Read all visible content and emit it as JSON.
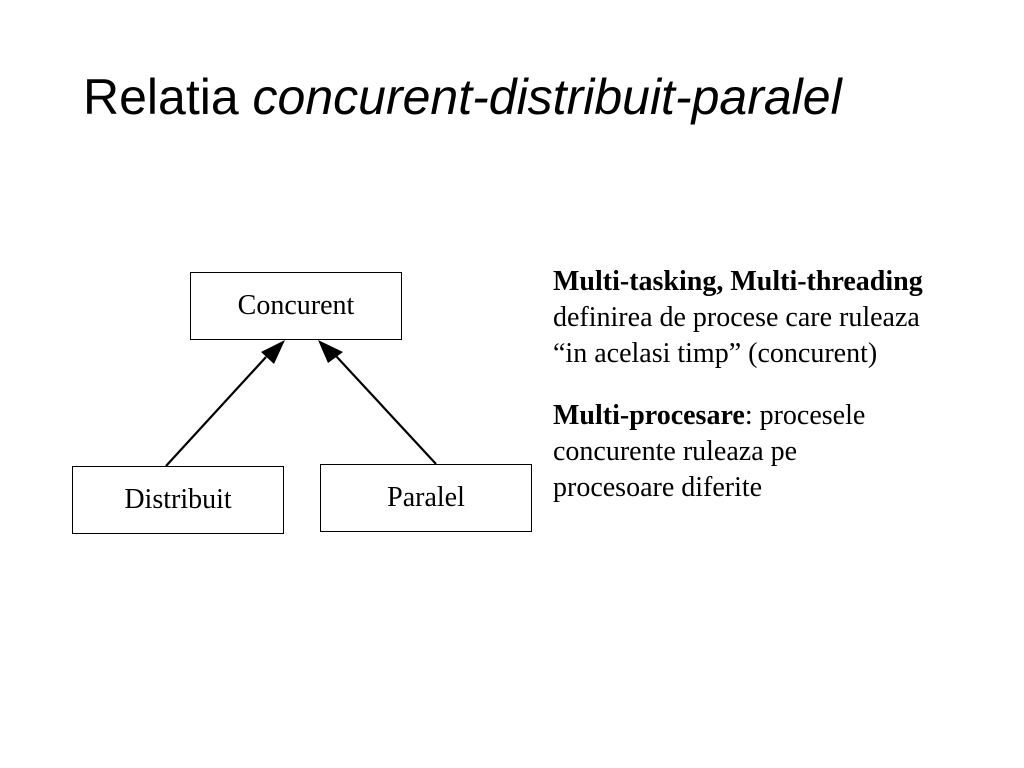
{
  "slide": {
    "title_plain": "Relatia ",
    "title_italic": "concurent-distribuit-paralel"
  },
  "diagram": {
    "nodes": {
      "concurent": "Concurent",
      "distribuit": "Distribuit",
      "paralel": "Paralel"
    },
    "edges": [
      {
        "from": "Distribuit",
        "to": "Concurent"
      },
      {
        "from": "Paralel",
        "to": "Concurent"
      }
    ]
  },
  "text": {
    "p1_bold": "Multi-tasking, Multi-threading",
    "p1_line2": "definirea de procese care ruleaza",
    "p1_line3": "“in acelasi timp” (concurent)",
    "p2_bold": "Multi-procesare",
    "p2_rest": ": procesele",
    "p2_line2": "concurente ruleaza pe",
    "p2_line3": "procesoare diferite"
  },
  "colors": {
    "background": "#ffffff",
    "foreground": "#000000"
  }
}
